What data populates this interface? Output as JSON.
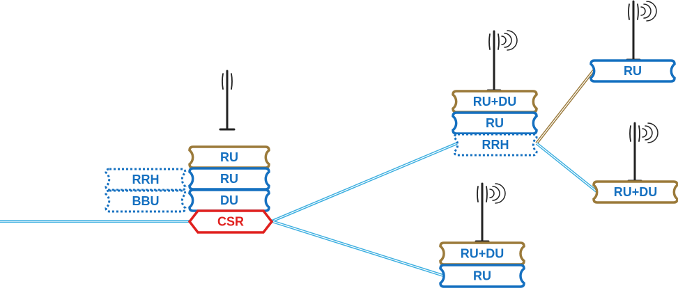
{
  "colors": {
    "blue": "#1570c0",
    "gold": "#9b7a3a",
    "red": "#e0201e",
    "link_light": "#3aaee0",
    "mast": "#222222"
  },
  "icons": {
    "antenna": "antenna-icon",
    "antenna_waves": "antenna-with-signal-waves-icon"
  },
  "center_stack": {
    "ru_top": "RU",
    "rrh": "RRH",
    "ru": "RU",
    "bbu": "BBU",
    "du": "DU",
    "csr": "CSR"
  },
  "upper_site": {
    "rudu": "RU+DU",
    "ru": "RU",
    "rrh": "RRH"
  },
  "lower_site": {
    "rudu": "RU+DU",
    "ru": "RU"
  },
  "far_right_top": {
    "ru": "RU"
  },
  "far_right_bottom": {
    "rudu": "RU+DU"
  }
}
